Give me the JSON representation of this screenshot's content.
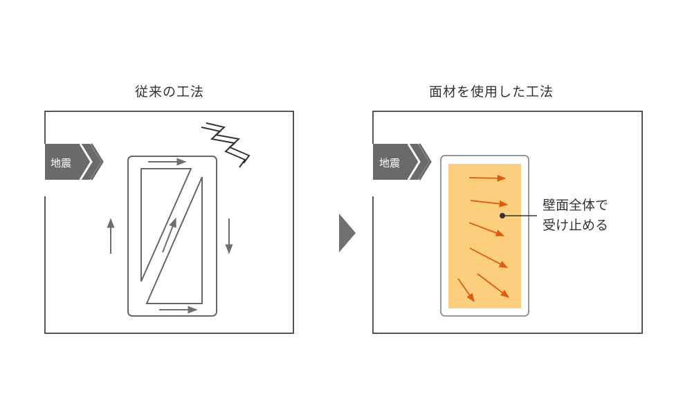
{
  "left_panel": {
    "title": "従来の工法",
    "quake_label": "地震"
  },
  "right_panel": {
    "title": "面材を使用した工法",
    "quake_label": "地震",
    "note_line1": "壁面全体で",
    "note_line2": "受け止める"
  },
  "colors": {
    "frame": "#666666",
    "panel_border": "#555555",
    "arrow_gray": "#6e6e6e",
    "quake_badge": "#6a6a6a",
    "board_fill": "#fbcf7d",
    "arrow_orange": "#e05a10",
    "next_triangle": "#707070"
  }
}
